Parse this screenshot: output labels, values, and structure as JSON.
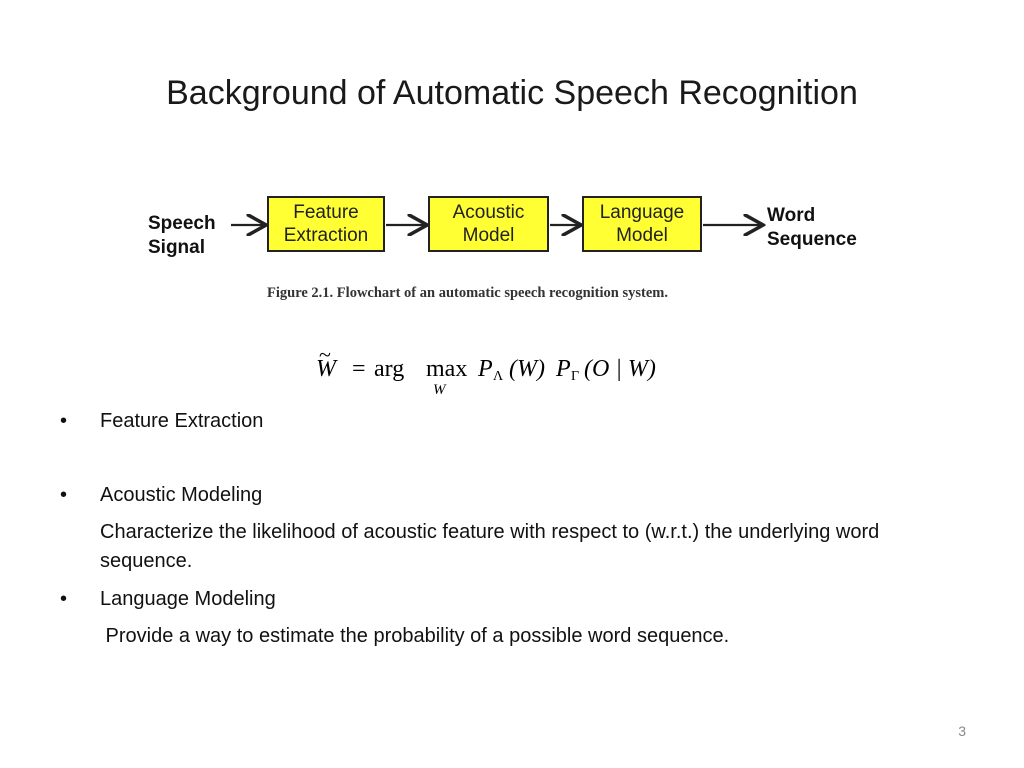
{
  "slide": {
    "title": "Background of Automatic Speech Recognition",
    "page_number": "3"
  },
  "flowchart": {
    "input_label": "Speech\nSignal",
    "boxes": [
      {
        "label": "Feature\nExtraction"
      },
      {
        "label": "Acoustic\nModel"
      },
      {
        "label": "Language\nModel"
      }
    ],
    "output_label": "Word\nSequence",
    "box_color": "#ffff33",
    "caption": "Figure 2.1. Flowchart of an automatic speech recognition system."
  },
  "equation": {
    "lhs": "W",
    "tilde": "~",
    "equals": "=",
    "arg": "arg",
    "max": "max",
    "max_subscript": "W",
    "p1": "P",
    "p1_subscript": "Λ",
    "term1": "(W)",
    "p2": "P",
    "p2_subscript": "Γ",
    "term2": "(O | W)"
  },
  "bullets": [
    {
      "label": "Feature Extraction"
    },
    {
      "label": "Acoustic Modeling",
      "detail": "Characterize the likelihood of acoustic feature with respect to (w.r.t.) the underlying word sequence."
    },
    {
      "label": "Language Modeling",
      "detail": " Provide a way to estimate the probability of a possible word sequence."
    }
  ],
  "bullet_symbol": "•"
}
